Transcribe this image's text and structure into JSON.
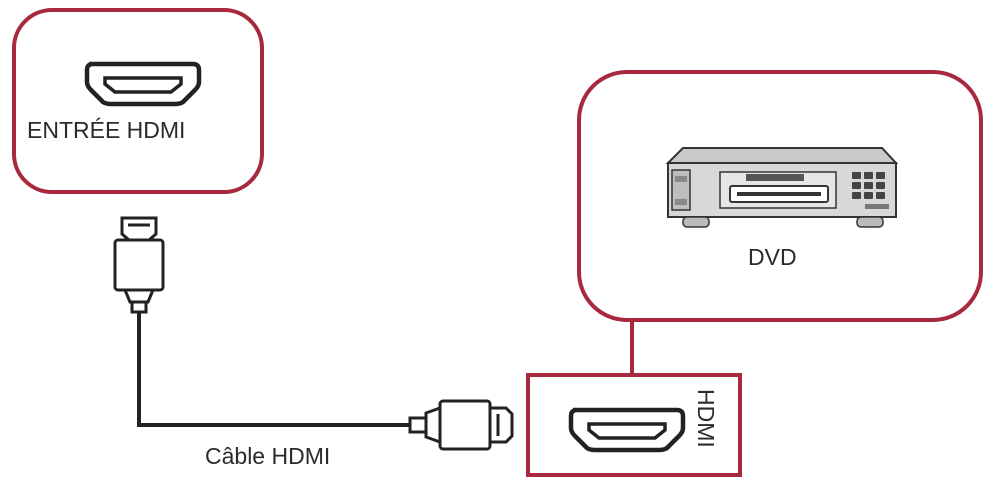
{
  "diagram": {
    "input_label": "ENTRÉE HDMI",
    "device_label": "DVD",
    "port_label": "HDMI",
    "cable_label": "Câble HDMI",
    "accent_color": "#a8283d",
    "icons": [
      "hdmi-port-icon",
      "dvd-player-icon",
      "hdmi-plug-icon"
    ]
  }
}
